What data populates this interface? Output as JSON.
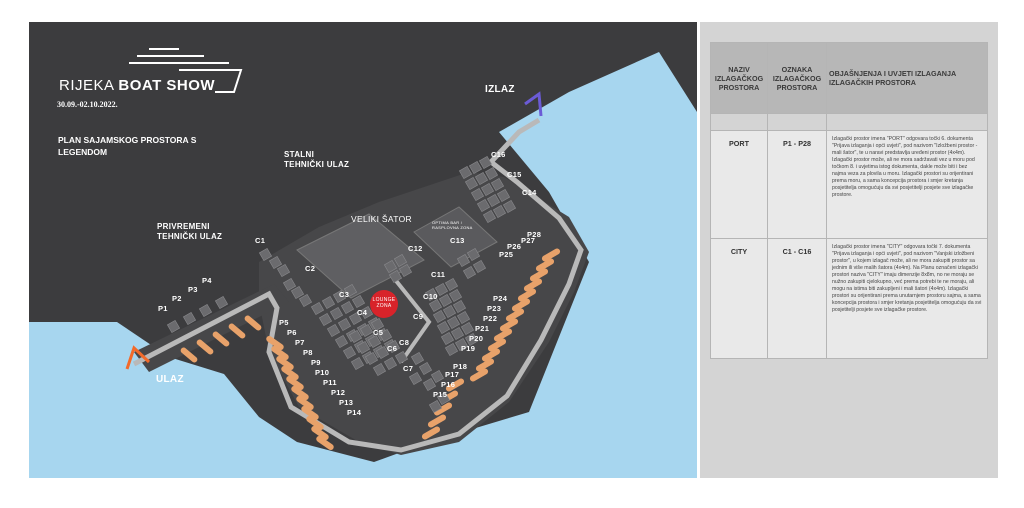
{
  "brand": {
    "title_light": "RIJEKA ",
    "title_bold": "BOAT SHOW",
    "dates": "30.09.-02.10.2022."
  },
  "map": {
    "plan_title": "PLAN SAJAMSKOG PROSTORA S LEGENDOM",
    "exit_label": "IZLAZ",
    "entrance_label": "ULAZ",
    "permanent_tech_entry": "STALNI TEHNIČKI ULAZ",
    "temporary_tech_entry": "PRIVREMENI TEHNIČKI ULAZ",
    "big_tent": "VELIKI ŠATOR",
    "small_tent_note": "OPTIMA BAR / RASPLOVNA ZONA",
    "lounge_line1": "LOUNGE",
    "lounge_line2": "ZONA",
    "city_labels": [
      "C1",
      "C2",
      "C3",
      "C4",
      "C5",
      "C6",
      "C7",
      "C8",
      "C9",
      "C10",
      "C11",
      "C12",
      "C13",
      "C14",
      "C15",
      "C16"
    ],
    "port_labels": [
      "P1",
      "P2",
      "P3",
      "P4",
      "P5",
      "P6",
      "P7",
      "P8",
      "P9",
      "P10",
      "P11",
      "P12",
      "P13",
      "P14",
      "P15",
      "P16",
      "P17",
      "P18",
      "P19",
      "P20",
      "P21",
      "P22",
      "P23",
      "P24",
      "P25",
      "P26",
      "P27",
      "P28"
    ]
  },
  "legend": {
    "headers": {
      "name": "NAZIV IZLAGAČKOG PROSTORA",
      "code": "OZNAKA IZLAGAČKOG PROSTORA",
      "explanation": "OBJAŠNJENJA I UVJETI IZLAGANJA IZLAGAČKIH PROSTORA"
    },
    "rows": [
      {
        "name": "PORT",
        "code": "P1 - P28",
        "text": "Izlagački prostor imena \"PORT\" odgovara točki 6. dokumenta \"Prijava izlaganja i opći uvjeti\", pod nazivom \"Izložbeni prostor - mali šator\", te u naravi predstavlja uređeni prostor (4x4m). Izlagački prostor može, ali ne mora sadržavati vez u moru pod točkom 8. i uvjetima istog dokumenta, dakle može biti i bez najma veza za plovila u moru. Izlagački prostori su orijentirani prema moru, a sama koncepcija prostora i smjer kretanja posjetitelja omogućuju da svi posjetitelji posjete sve izlagačke prostore."
      },
      {
        "name": "CITY",
        "code": "C1 - C16",
        "text": "Izlagački prostor imena \"CITY\" odgovara točki 7. dokumenta \"Prijava izlaganja i opći uvjeti\", pod nazivom \"Vanjski izložbeni prostor\", u kojem izlagač može, ali ne mora zakupiti prostor sa jednim ili više malih šatora (4x4m). Na Planu označeni izlagački prostori naziva \"CITY\" imaju dimenzije 8x8m, no ne moraju se nužno zakupiti cjelokupno, već prema potrebi te ne moraju, ali mogu na istima biti zakupljeni i mali šatori (4x4m). Izlagački prostori su orijentirani prema unutarnjem prostoru sajma, a sama koncepcija prostora i smjer kretanja posjetitelja omogućuju da svi posjetitelji posjete sve izlagačke prostore."
      }
    ]
  },
  "colors": {
    "land": "#3c3c3e",
    "sea": "#a7d6ef",
    "tent": "#5f5f62",
    "walkway": "#b9b9b9",
    "berth": "#e8a26a",
    "entrance": "#f26a2a",
    "exit": "#6b5bd6",
    "lounge": "#d8232a",
    "panel": "#d4d4d4"
  }
}
